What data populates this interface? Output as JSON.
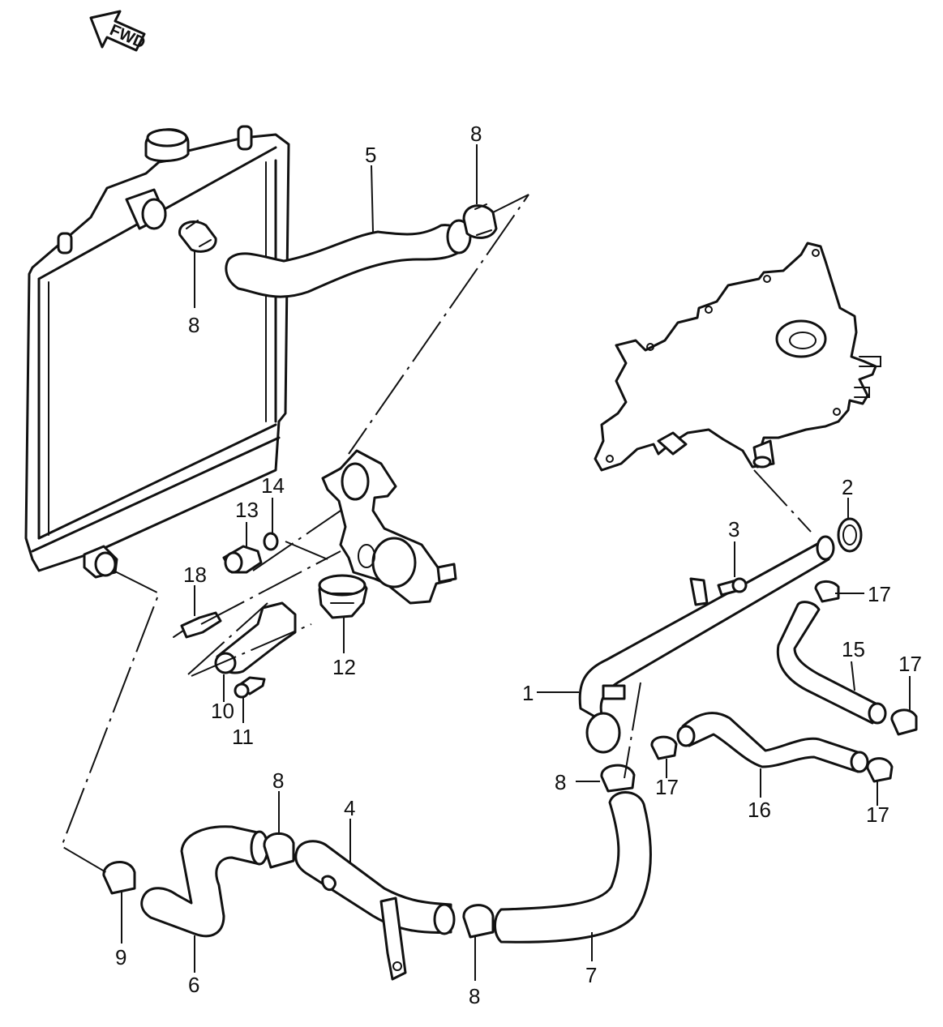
{
  "fwd_label": "FWD",
  "callouts": [
    {
      "id": "c5",
      "label": "5"
    },
    {
      "id": "c8a",
      "label": "8"
    },
    {
      "id": "c8b",
      "label": "8"
    },
    {
      "id": "c14",
      "label": "14"
    },
    {
      "id": "c13",
      "label": "13"
    },
    {
      "id": "c18",
      "label": "18"
    },
    {
      "id": "c12",
      "label": "12"
    },
    {
      "id": "c10",
      "label": "10"
    },
    {
      "id": "c11",
      "label": "11"
    },
    {
      "id": "c2",
      "label": "2"
    },
    {
      "id": "c3",
      "label": "3"
    },
    {
      "id": "c17a",
      "label": "17"
    },
    {
      "id": "c15",
      "label": "15"
    },
    {
      "id": "c17b",
      "label": "17"
    },
    {
      "id": "c1",
      "label": "1"
    },
    {
      "id": "c8c",
      "label": "8"
    },
    {
      "id": "c17c",
      "label": "17"
    },
    {
      "id": "c16",
      "label": "16"
    },
    {
      "id": "c17d",
      "label": "17"
    },
    {
      "id": "c8d",
      "label": "8"
    },
    {
      "id": "c4",
      "label": "4"
    },
    {
      "id": "c9",
      "label": "9"
    },
    {
      "id": "c6",
      "label": "6"
    },
    {
      "id": "c8e",
      "label": "8"
    },
    {
      "id": "c7",
      "label": "7"
    }
  ]
}
